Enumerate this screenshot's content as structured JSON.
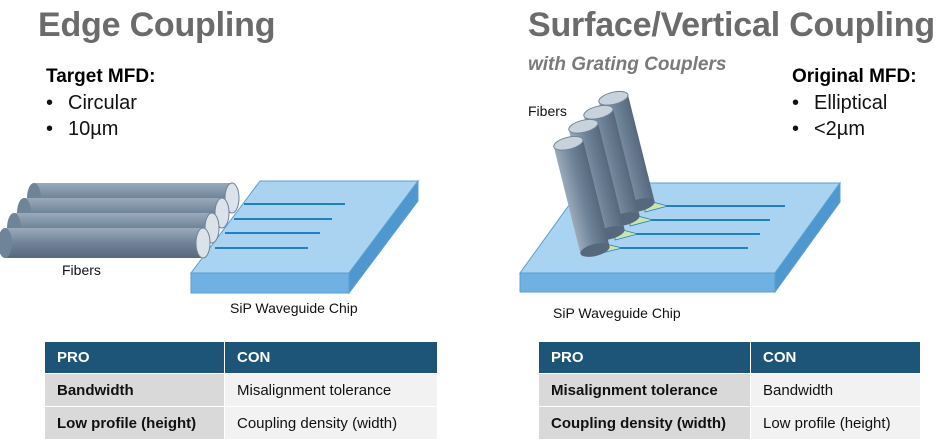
{
  "left": {
    "title": "Edge Coupling",
    "heading": "Target MFD:",
    "bullets": [
      "Circular",
      "10µm"
    ],
    "fibers_label": "Fibers",
    "chip_label": "SiP Waveguide Chip",
    "table": {
      "headers": [
        "PRO",
        "CON"
      ],
      "rows": [
        [
          "Bandwidth",
          "Misalignment tolerance"
        ],
        [
          "Low profile (height)",
          "Coupling density (width)"
        ]
      ]
    }
  },
  "right": {
    "title": "Surface/Vertical Coupling",
    "subtitle": "with Grating Couplers",
    "heading": "Original MFD:",
    "bullets": [
      "Elliptical",
      "<2µm"
    ],
    "fibers_label": "Fibers",
    "chip_label": "SiP Waveguide Chip",
    "table": {
      "headers": [
        "PRO",
        "CON"
      ],
      "rows": [
        [
          "Misalignment tolerance",
          "Bandwidth"
        ],
        [
          "Coupling density (width)",
          "Low profile (height)"
        ]
      ]
    }
  },
  "colors": {
    "title_gray": "#6b6b6b",
    "table_header": "#1d5578",
    "pro_cell": "#d9d9d9",
    "con_cell": "#f2f2f2",
    "chip_top": "#a9d3f0",
    "fiber": "#6f8499"
  }
}
